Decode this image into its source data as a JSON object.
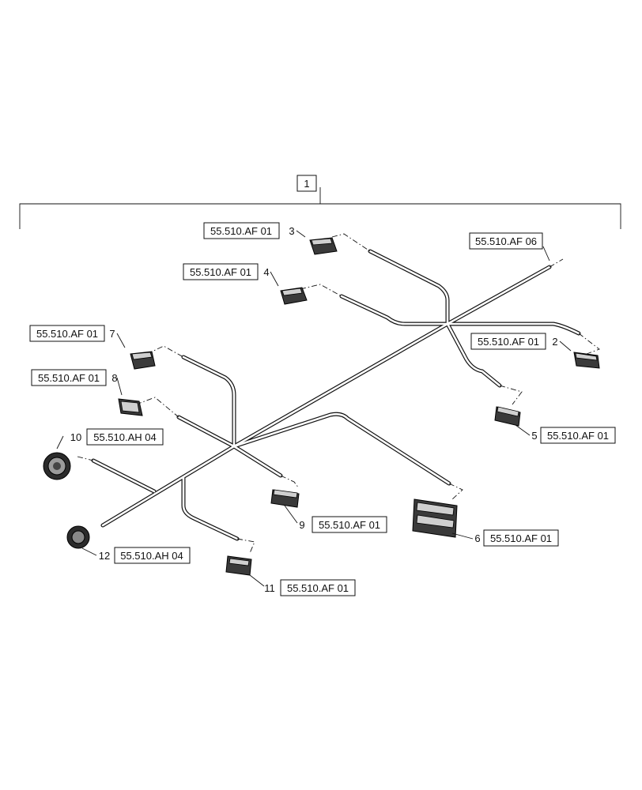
{
  "assembly": {
    "item": "1"
  },
  "callouts": [
    {
      "id": "c3",
      "item": "3",
      "ref": "55.510.AF 01"
    },
    {
      "id": "c4",
      "item": "4",
      "ref": "55.510.AF 01"
    },
    {
      "id": "c6b",
      "item": "",
      "ref": "55.510.AF 06"
    },
    {
      "id": "c7",
      "item": "7",
      "ref": "55.510.AF 01"
    },
    {
      "id": "c8",
      "item": "8",
      "ref": "55.510.AF 01"
    },
    {
      "id": "c2",
      "item": "2",
      "ref": "55.510.AF 01"
    },
    {
      "id": "c10",
      "item": "10",
      "ref": "55.510.AH 04"
    },
    {
      "id": "c5",
      "item": "5",
      "ref": "55.510.AF 01"
    },
    {
      "id": "c9",
      "item": "9",
      "ref": "55.510.AF 01"
    },
    {
      "id": "c6",
      "item": "6",
      "ref": "55.510.AF 01"
    },
    {
      "id": "c12",
      "item": "12",
      "ref": "55.510.AH 04"
    },
    {
      "id": "c11",
      "item": "11",
      "ref": "55.510.AF 01"
    }
  ]
}
